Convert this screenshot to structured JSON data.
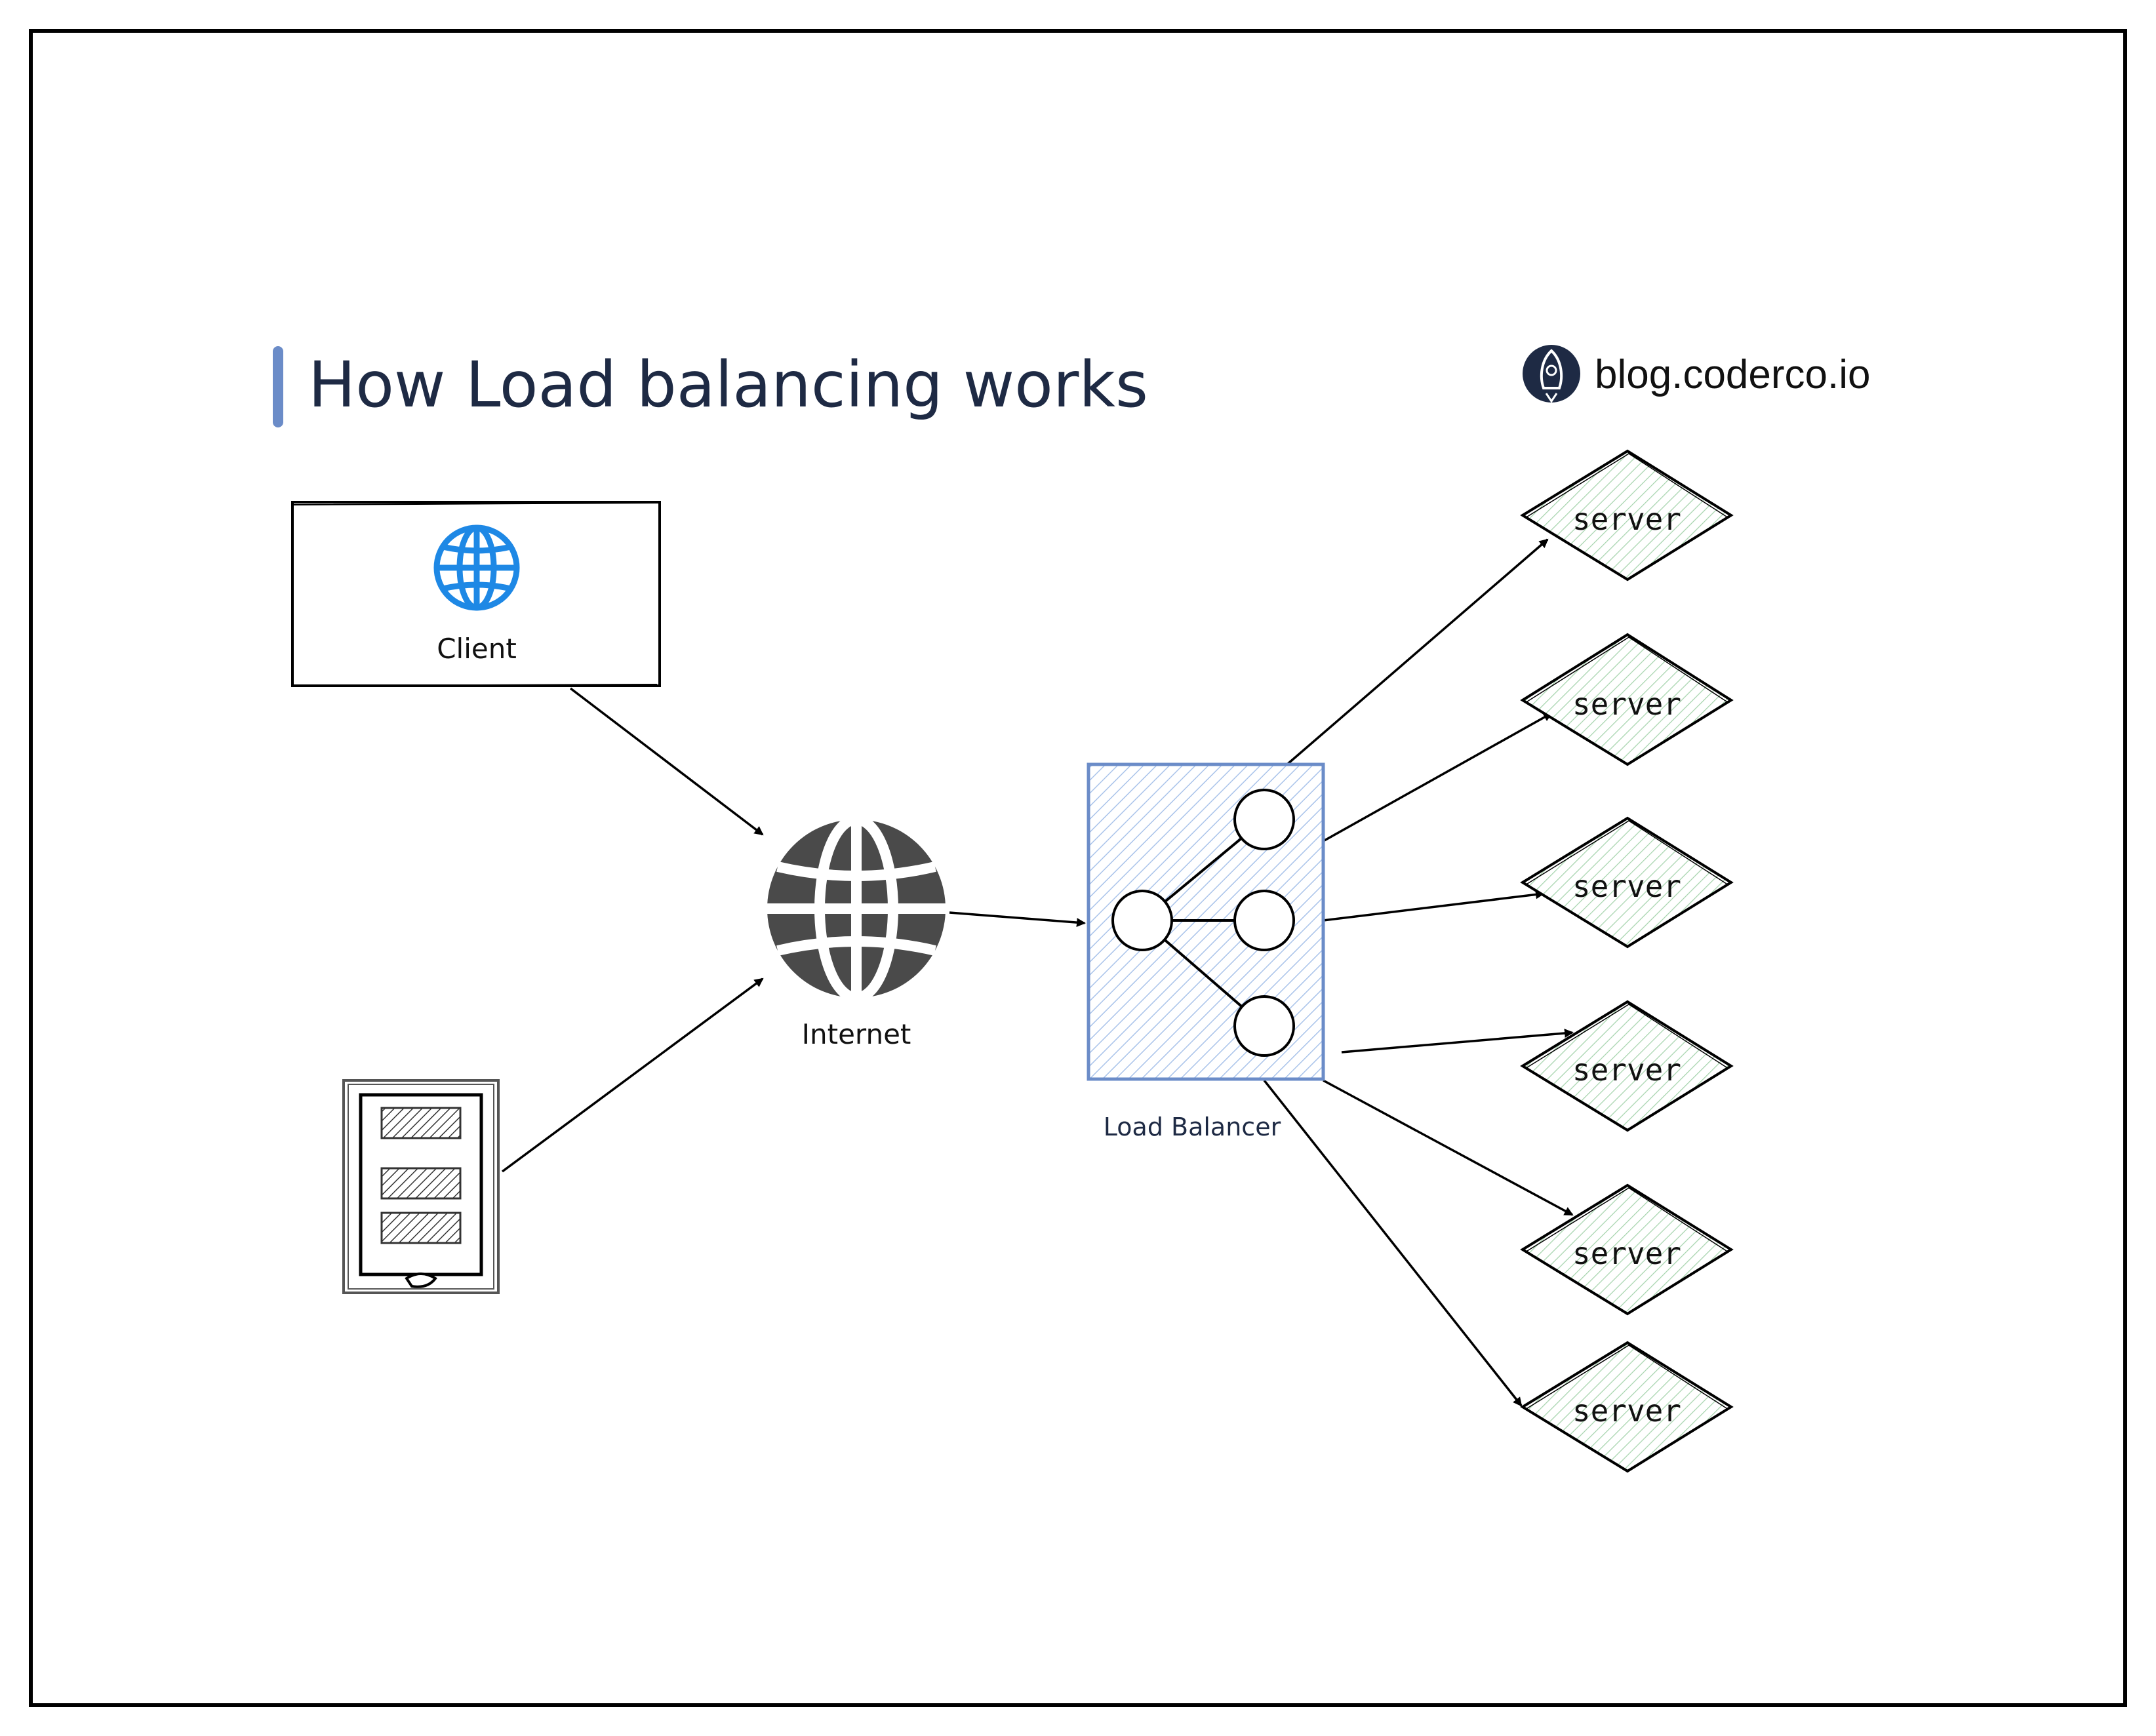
{
  "header": {
    "title": "How Load balancing works",
    "brand": "blog.coderco.io",
    "accent_color": "#6b8cc8"
  },
  "nodes": {
    "client_label": "Client",
    "internet_label": "Internet",
    "load_balancer_label": "Load Balancer",
    "servers": [
      "server",
      "server",
      "server",
      "server",
      "server",
      "server"
    ]
  },
  "colors": {
    "title_text": "#1e2a44",
    "client_globe": "#1e88e5",
    "internet_globe": "#4a4a4a",
    "load_balancer_fill": "#dbe6f6",
    "load_balancer_stroke": "#6b8cc8",
    "server_fill": "#dcefdc",
    "server_hatch": "#7fc08a",
    "brand_badge": "#1e2a44"
  },
  "icons": {
    "client": "globe-icon",
    "internet": "globe-icon",
    "mobile": "mobile-device-icon",
    "brand": "rocket-badge-icon"
  }
}
